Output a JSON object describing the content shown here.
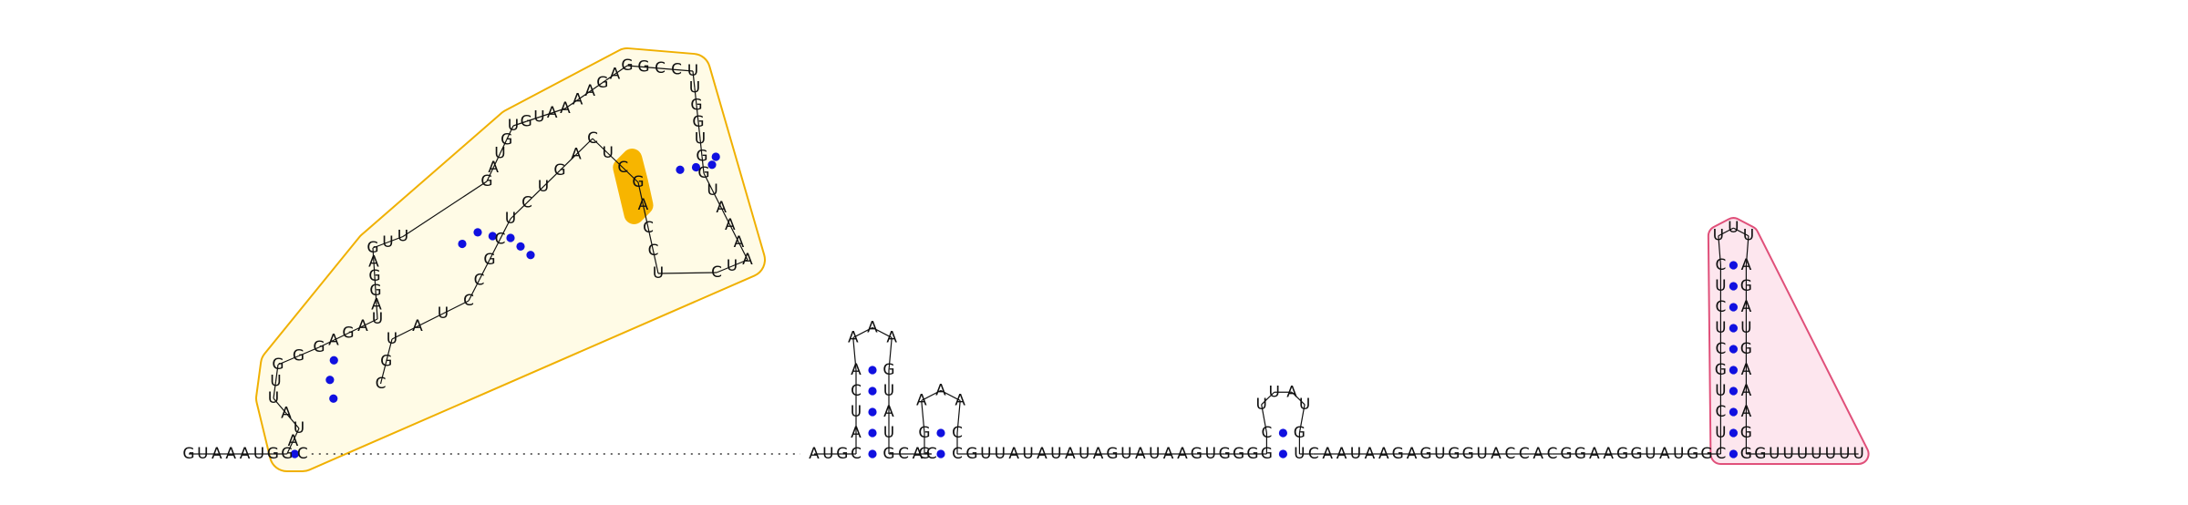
{
  "diagram": {
    "type": "rna-secondary-structure",
    "colors": {
      "nucleotide_text": "#111111",
      "base_pair_dot": "#1010e0",
      "domain_a_outline": "#f0b000",
      "domain_a_fill": "#fffbe6",
      "domain_a_highlight": "#f7b500",
      "domain_b_outline": "#e0507a",
      "domain_b_fill": "#fde6ee"
    },
    "segments": {
      "five_prime": "GUAAAUG",
      "dangle": "C",
      "stem_a_left": "GAUAUUGGGAGAUAGGAGUU",
      "hairpin_a": "GAUGUGUAAAAGAGGCCUUGGUGGUAAAAUC",
      "stem_a_right": "UCCAGCUCAGUCUCGCCUAUGC",
      "after_a": "AUG",
      "hairpin_1_stem5": "CAUCA",
      "hairpin_1_loop": "AAA",
      "hairpin_1_stem3": "GUAUG",
      "after_1": "CAC",
      "hairpin_2_stem5": "GG",
      "hairpin_2_loop": "AAA",
      "hairpin_2_stem3": "CC",
      "linker_2_3": "GUUAUAUAUAGUAUAAGUGGG",
      "hairpin_3_stem5": "GC",
      "hairpin_3_loop": "UUAU",
      "hairpin_3_stem3": "GU",
      "linker_3_4": "CAAUAAGAGUGGUACCACGGAAGGUAUGG",
      "hairpin_4_stem5": "CUCUGCUCUC",
      "hairpin_4_loop": "UUU",
      "hairpin_4_stem3": "AGAUGAAAGG",
      "three_prime": "GUUUUUUU"
    }
  }
}
